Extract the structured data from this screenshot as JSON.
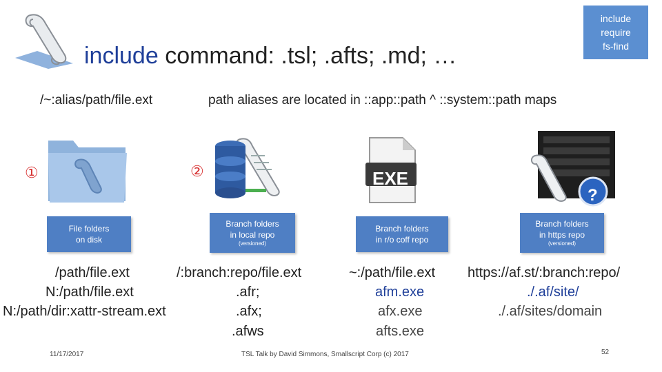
{
  "title": {
    "keyword": "include",
    "rest": " command: .tsl; .afts; .md; …"
  },
  "corner_box": {
    "line1": "include",
    "line2": "require",
    "line3": "fs-find"
  },
  "subtitle_left": "/~:alias/path/file.ext",
  "subtitle_right": "path aliases are located in ::app::path ^ ::system::path maps",
  "markers": {
    "one": "①",
    "two": "②"
  },
  "boxes": [
    {
      "line1": "File folders",
      "line2": "on disk",
      "note": ""
    },
    {
      "line1": "Branch folders",
      "line2": "in local repo",
      "note": "(versioned)"
    },
    {
      "line1": "Branch folders",
      "line2": "in r/o coff repo",
      "note": ""
    },
    {
      "line1": "Branch folders",
      "line2": "in https repo",
      "note": "(versioned)"
    }
  ],
  "exe_label": "EXE",
  "col1": [
    "/path/file.ext",
    "N:/path/file.ext",
    "N:/path/dir:xattr-stream.ext"
  ],
  "col2": [
    "/:branch:repo/file.ext",
    ".afr;",
    ".afx;",
    ".afws"
  ],
  "col3": [
    "~:/path/file.ext",
    "afm.exe",
    "afx.exe",
    "afts.exe"
  ],
  "col4": [
    "https://af.st/:branch:repo/",
    "./.af/site/",
    "./.af/sites/domain"
  ],
  "footer": {
    "date": "11/17/2017",
    "center": "TSL Talk by David Simmons, Smallscript Corp (c) 2017",
    "page": "52"
  }
}
